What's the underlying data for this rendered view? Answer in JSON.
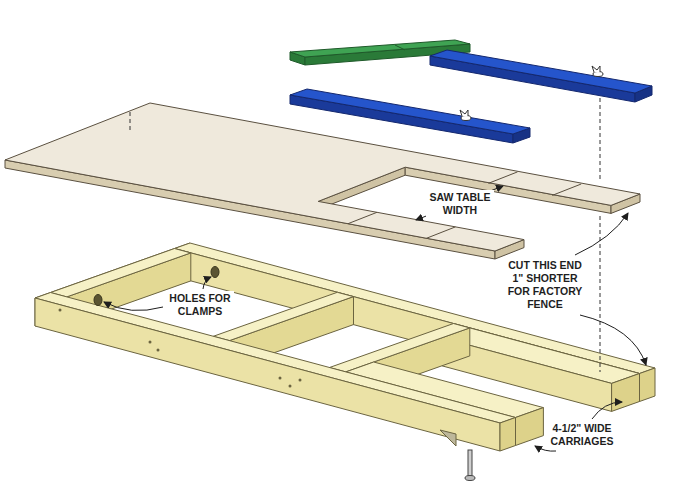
{
  "diagram": {
    "labels": [
      "SAW TABLE WIDTH",
      "CUT THIS END 1\" SHORTER FOR FACTORY FENCE",
      "HOLES FOR CLAMPS",
      "4-1/2\" WIDE CARRIAGES"
    ]
  }
}
